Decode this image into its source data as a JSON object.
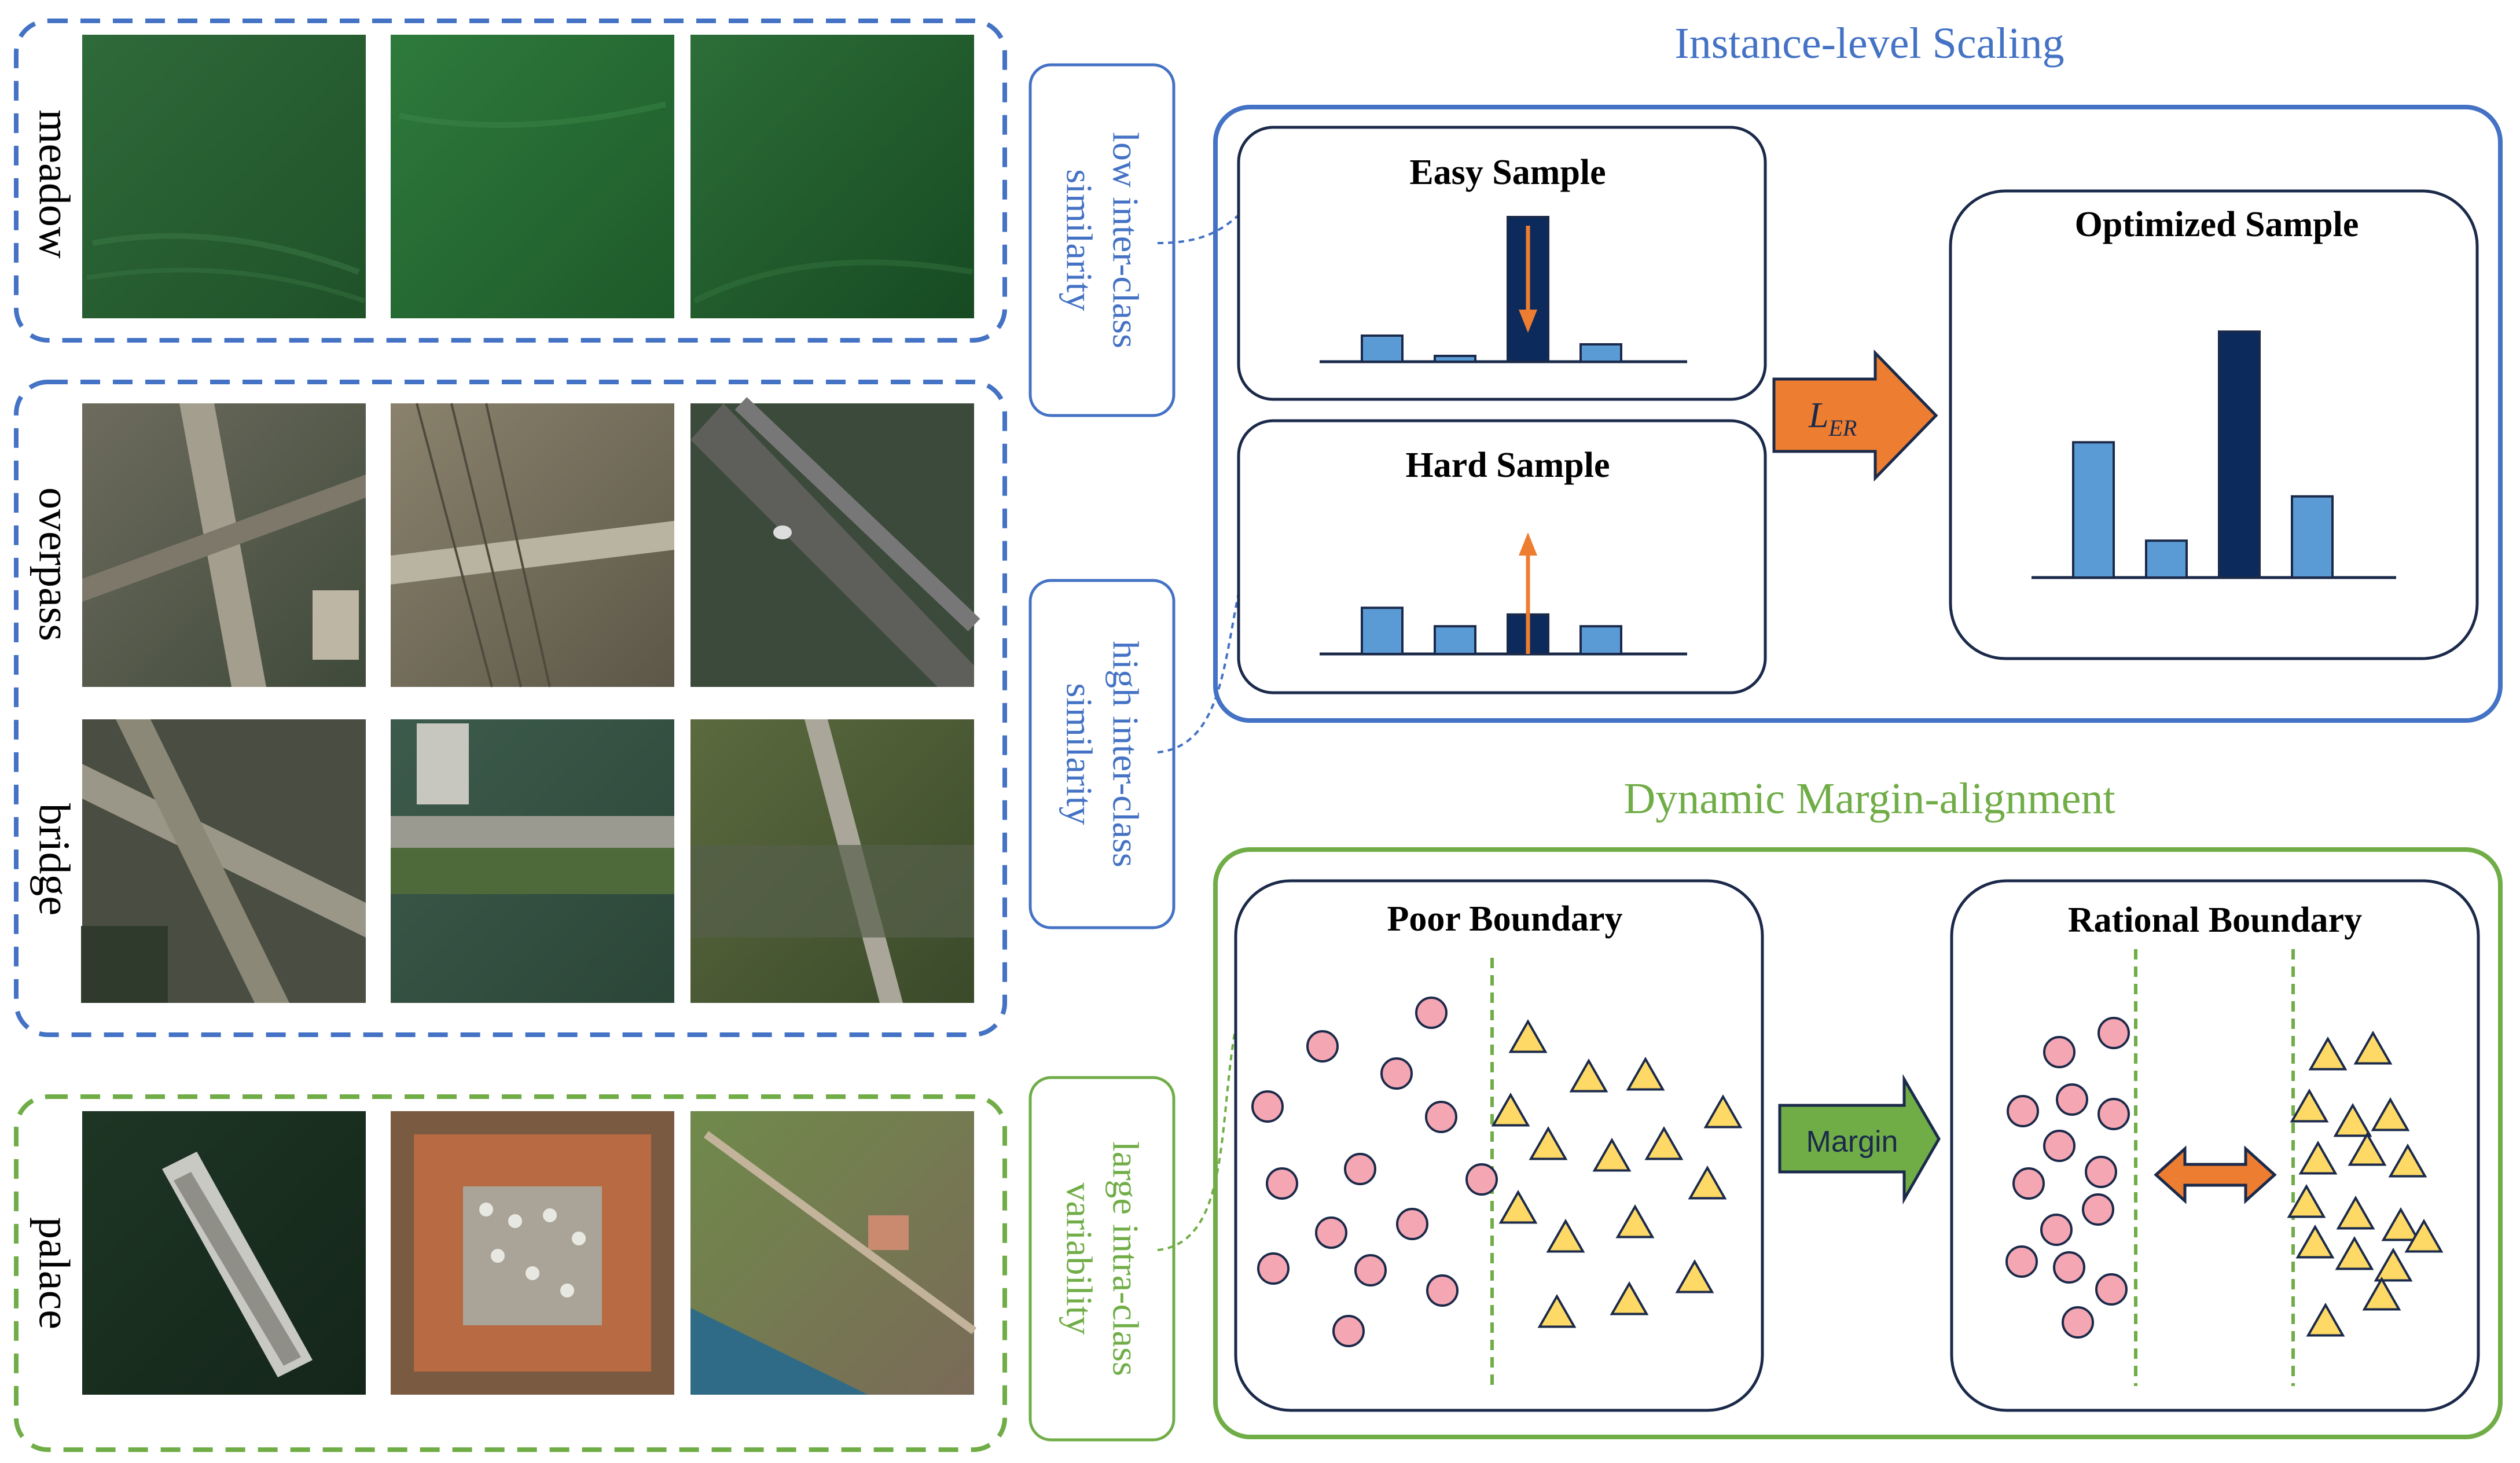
{
  "left_panel": {
    "classes": [
      {
        "label": "meadow"
      },
      {
        "label": "overpass"
      },
      {
        "label": "bridge"
      },
      {
        "label": "palace"
      }
    ]
  },
  "callouts": {
    "low_similarity": {
      "line1": "low inter-class",
      "line2": "similarity"
    },
    "high_similarity": {
      "line1": "high inter-class",
      "line2": "similarity"
    },
    "large_variability": {
      "line1": "large intra-class",
      "line2": "variability"
    }
  },
  "instance_scaling": {
    "title": "Instance-level Scaling",
    "easy_sample": {
      "title": "Easy Sample",
      "bars": [
        0.18,
        0.04,
        1.0,
        0.12
      ]
    },
    "hard_sample": {
      "title": "Hard Sample",
      "bars": [
        0.55,
        0.33,
        0.47,
        0.33
      ]
    },
    "optimized_sample": {
      "title": "Optimized Sample",
      "bars": [
        0.55,
        0.15,
        1.0,
        0.33
      ]
    },
    "arrow_label_main": "L",
    "arrow_label_sub": "ER"
  },
  "margin_alignment": {
    "title": "Dynamic Margin-alignment",
    "poor_boundary": {
      "title": "Poor Boundary"
    },
    "rational_boundary": {
      "title": "Rational Boundary"
    },
    "arrow_label": "Margin"
  },
  "colors": {
    "blue_accent": "#4472C4",
    "green_accent": "#70AD47",
    "bar_light": "#5B9BD5",
    "bar_dark": "#0D2A5C",
    "orange": "#ED7D31",
    "circle_fill": "#F4A6B2",
    "triangle_fill": "#FFD966",
    "panel_border": "#1B2A4A"
  }
}
